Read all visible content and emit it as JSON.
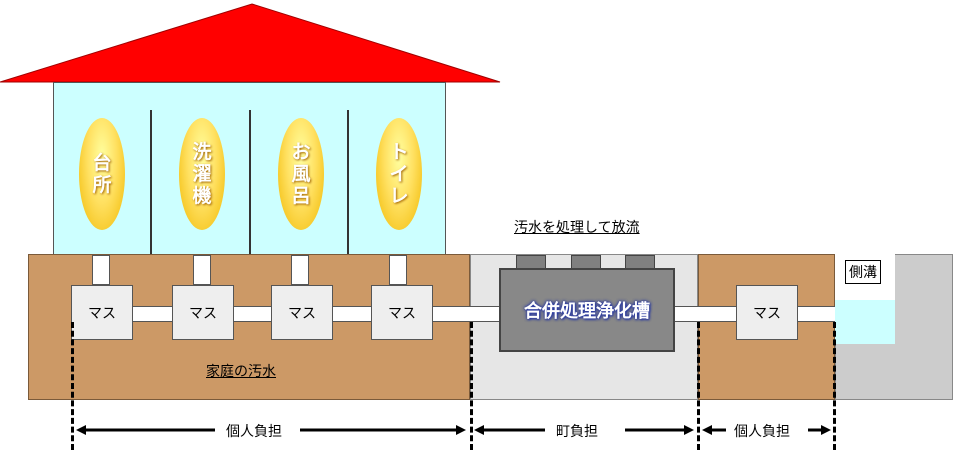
{
  "rooms": [
    "台所",
    "洗濯機",
    "お風呂",
    "トイレ"
  ],
  "mas_label": "マス",
  "tank_label": "合併処理浄化槽",
  "discharge_label": "汚水を処理して放流",
  "household_wastewater_label": "家庭の汚水",
  "ditch_label": "側溝",
  "responsibility": {
    "left": "個人負担",
    "middle": "町負担",
    "right": "個人負担"
  },
  "colors": {
    "roof": "#ff0000",
    "house_wall": "#ccffff",
    "ground": "#cc9966",
    "town_area": "#e6e6e6",
    "tank": "#888888",
    "bubble": "#ffd040"
  }
}
